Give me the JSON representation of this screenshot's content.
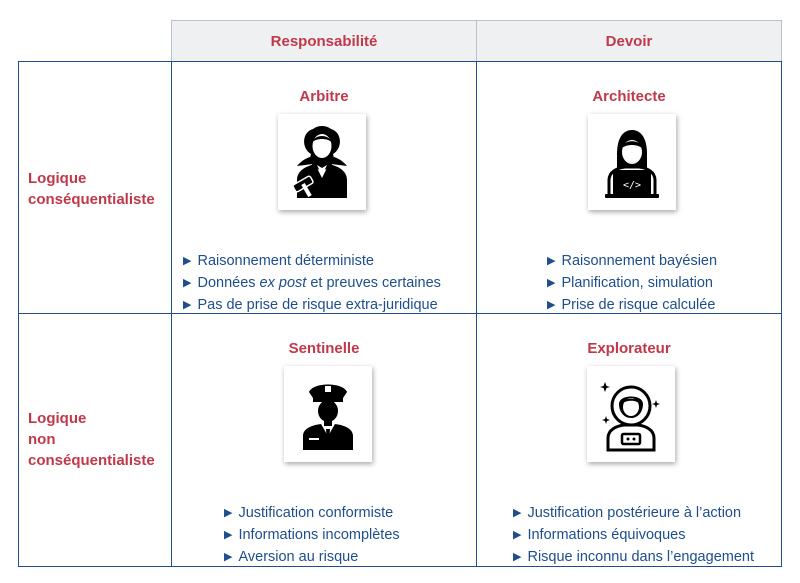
{
  "columns": {
    "left": "Responsabilité",
    "right": "Devoir"
  },
  "rows": {
    "top": [
      "Logique",
      "conséquentialiste"
    ],
    "bottom": [
      "Logique",
      "non",
      "conséquentialiste"
    ]
  },
  "cells": {
    "arbitre": {
      "title": "Arbitre",
      "icon": "judge-icon",
      "bullets": [
        "Raisonnement déterministe",
        "Pas de prise de risque extra-juridique"
      ],
      "bullet_mixed": {
        "pre": "Données ",
        "em": "ex post",
        "post": " et preuves certaines"
      }
    },
    "architecte": {
      "title": "Architecte",
      "icon": "developer-icon",
      "bullets": [
        "Raisonnement bayésien",
        "Planification, simulation",
        "Prise de risque calculée"
      ]
    },
    "sentinelle": {
      "title": "Sentinelle",
      "icon": "officer-icon",
      "bullets": [
        "Justification conformiste",
        "Informations incomplètes",
        "Aversion au risque"
      ]
    },
    "explorateur": {
      "title": "Explorateur",
      "icon": "astronaut-icon",
      "bullets": [
        "Justification postérieure à l’action",
        "Informations équivoques",
        "Risque inconnu dans l’engagement"
      ]
    }
  },
  "bullet_glyph": "▶",
  "colors": {
    "accent": "#c0394b",
    "text": "#1e4e8c",
    "border": "#1e4e8c",
    "header_bg": "#eef0f2"
  }
}
